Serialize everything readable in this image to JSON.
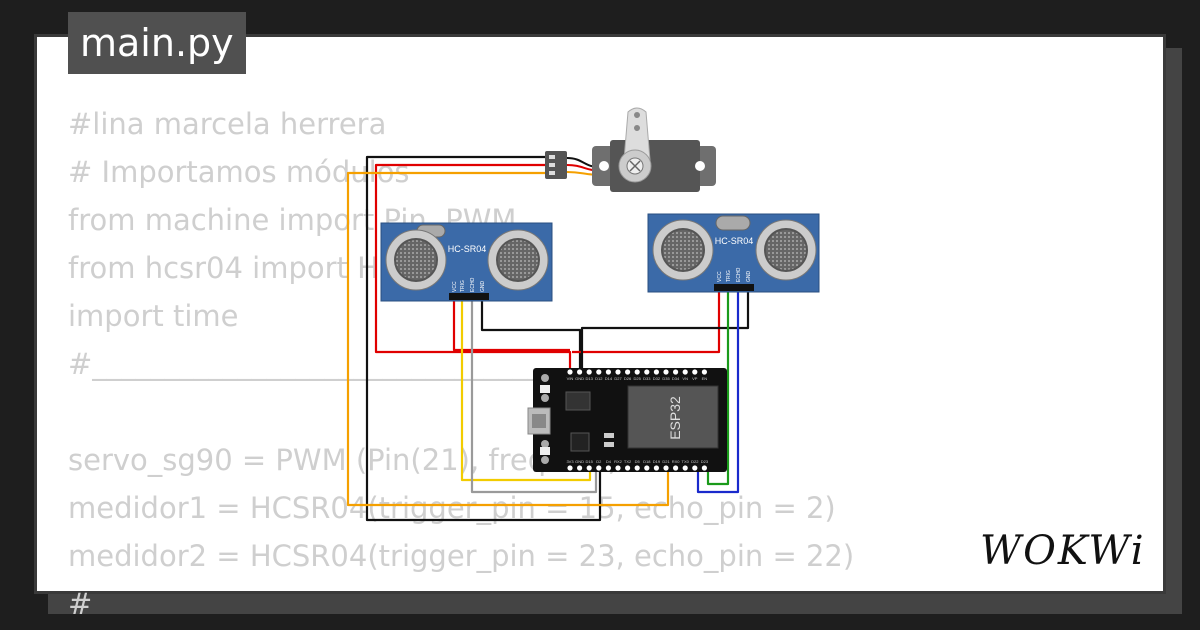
{
  "file_tab": {
    "label": "main.py"
  },
  "code_lines": [
    "#lina marcela herrera",
    "# Importamos módulos",
    "from machine import Pin, PWM",
    "from hcsr04 import HCSR04",
    "import time",
    "#___________________________________",
    "",
    "servo_sg90 = PWM (Pin(21), freq=50)",
    "medidor1 = HCSR04(trigger_pin = 15, echo_pin = 2)",
    "medidor2 = HCSR04(trigger_pin = 23, echo_pin = 22)",
    "#"
  ],
  "sensor1": {
    "model": "HC-SR04",
    "pins": [
      "VCC",
      "TRIG",
      "ECHO",
      "GND"
    ]
  },
  "sensor2": {
    "model": "HC-SR04",
    "pins": [
      "VCC",
      "TRIG",
      "ECHO",
      "GND"
    ]
  },
  "mcu": {
    "chip_label": "ESP32",
    "top_pins": [
      "VIN",
      "GND",
      "D13",
      "D12",
      "D14",
      "D27",
      "D26",
      "D25",
      "D33",
      "D32",
      "D35",
      "D34",
      "VN",
      "VP",
      "EN"
    ],
    "bottom_pins": [
      "3V3",
      "GND",
      "D15",
      "D2",
      "D4",
      "RX2",
      "TX2",
      "D5",
      "D18",
      "D19",
      "D21",
      "RX0",
      "TX0",
      "D22",
      "D23"
    ]
  },
  "logo": {
    "text": "WOKWi"
  },
  "colors": {
    "background": "#1e1e1e",
    "card": "#ffffff",
    "tab": "#505050",
    "code_text": "#cfcfcf",
    "sensor_board": "#3b6aa8",
    "wire_red": "#e00000",
    "wire_black": "#111111",
    "wire_gray": "#9a9a9a",
    "wire_yellow": "#f2cc00",
    "wire_orange": "#f5a000",
    "wire_green": "#1a9a1a",
    "wire_blue": "#1a2acc"
  },
  "icons": [
    "servo-motor-icon",
    "ultrasonic-sensor-icon",
    "esp32-board-icon",
    "usb-port-icon"
  ]
}
